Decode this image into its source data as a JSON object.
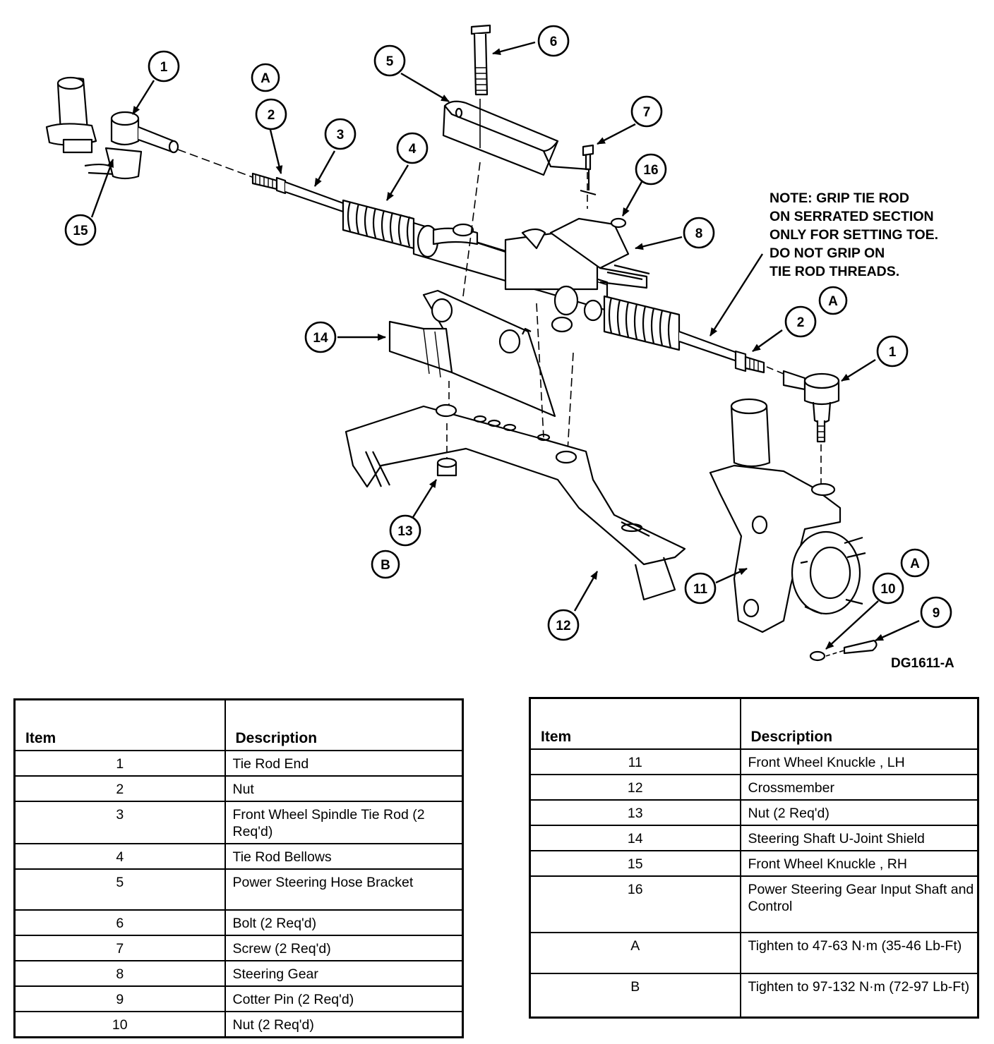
{
  "callouts": [
    {
      "id": "c1a",
      "label": "1"
    },
    {
      "id": "cAa",
      "label": "A"
    },
    {
      "id": "c2a",
      "label": "2"
    },
    {
      "id": "c3",
      "label": "3"
    },
    {
      "id": "c4",
      "label": "4"
    },
    {
      "id": "c5",
      "label": "5"
    },
    {
      "id": "c6",
      "label": "6"
    },
    {
      "id": "c7",
      "label": "7"
    },
    {
      "id": "c16",
      "label": "16"
    },
    {
      "id": "c8",
      "label": "8"
    },
    {
      "id": "c15",
      "label": "15"
    },
    {
      "id": "c14",
      "label": "14"
    },
    {
      "id": "cAb",
      "label": "A"
    },
    {
      "id": "c2b",
      "label": "2"
    },
    {
      "id": "c1b",
      "label": "1"
    },
    {
      "id": "c13",
      "label": "13"
    },
    {
      "id": "cB",
      "label": "B"
    },
    {
      "id": "c12",
      "label": "12"
    },
    {
      "id": "c11",
      "label": "11"
    },
    {
      "id": "cAc",
      "label": "A"
    },
    {
      "id": "c10",
      "label": "10"
    },
    {
      "id": "c9",
      "label": "9"
    }
  ],
  "note": "NOTE: GRIP TIE ROD\nON SERRATED SECTION\nONLY FOR SETTING TOE.\nDO NOT GRIP ON\nTIE ROD THREADS.",
  "figure_id": "DG1611-A",
  "table_left": {
    "header_item": "Item",
    "header_desc": "Description",
    "rows": [
      {
        "item": "1",
        "desc": "Tie Rod End"
      },
      {
        "item": "2",
        "desc": "Nut"
      },
      {
        "item": "3",
        "desc": "Front Wheel Spindle Tie Rod (2 Req'd)"
      },
      {
        "item": "4",
        "desc": "Tie Rod Bellows"
      },
      {
        "item": "5",
        "desc": "Power Steering Hose Bracket"
      },
      {
        "item": "6",
        "desc": "Bolt (2 Req'd)"
      },
      {
        "item": "7",
        "desc": "Screw (2 Req'd)"
      },
      {
        "item": "8",
        "desc": "Steering Gear"
      },
      {
        "item": "9",
        "desc": "Cotter Pin (2 Req'd)"
      },
      {
        "item": "10",
        "desc": "Nut (2 Req'd)"
      }
    ]
  },
  "table_right": {
    "header_item": "Item",
    "header_desc": "Description",
    "rows": [
      {
        "item": "11",
        "desc": "Front Wheel Knuckle , LH"
      },
      {
        "item": "12",
        "desc": "Crossmember"
      },
      {
        "item": "13",
        "desc": "Nut (2 Req'd)"
      },
      {
        "item": "14",
        "desc": "Steering Shaft U-Joint Shield"
      },
      {
        "item": "15",
        "desc": "Front Wheel Knuckle , RH"
      },
      {
        "item": "16",
        "desc": "Power Steering Gear Input Shaft and Control"
      },
      {
        "item": "A",
        "desc": "Tighten to 47-63 N·m (35-46 Lb-Ft)"
      },
      {
        "item": "B",
        "desc": "Tighten to 97-132 N·m (72-97 Lb-Ft)"
      }
    ]
  }
}
